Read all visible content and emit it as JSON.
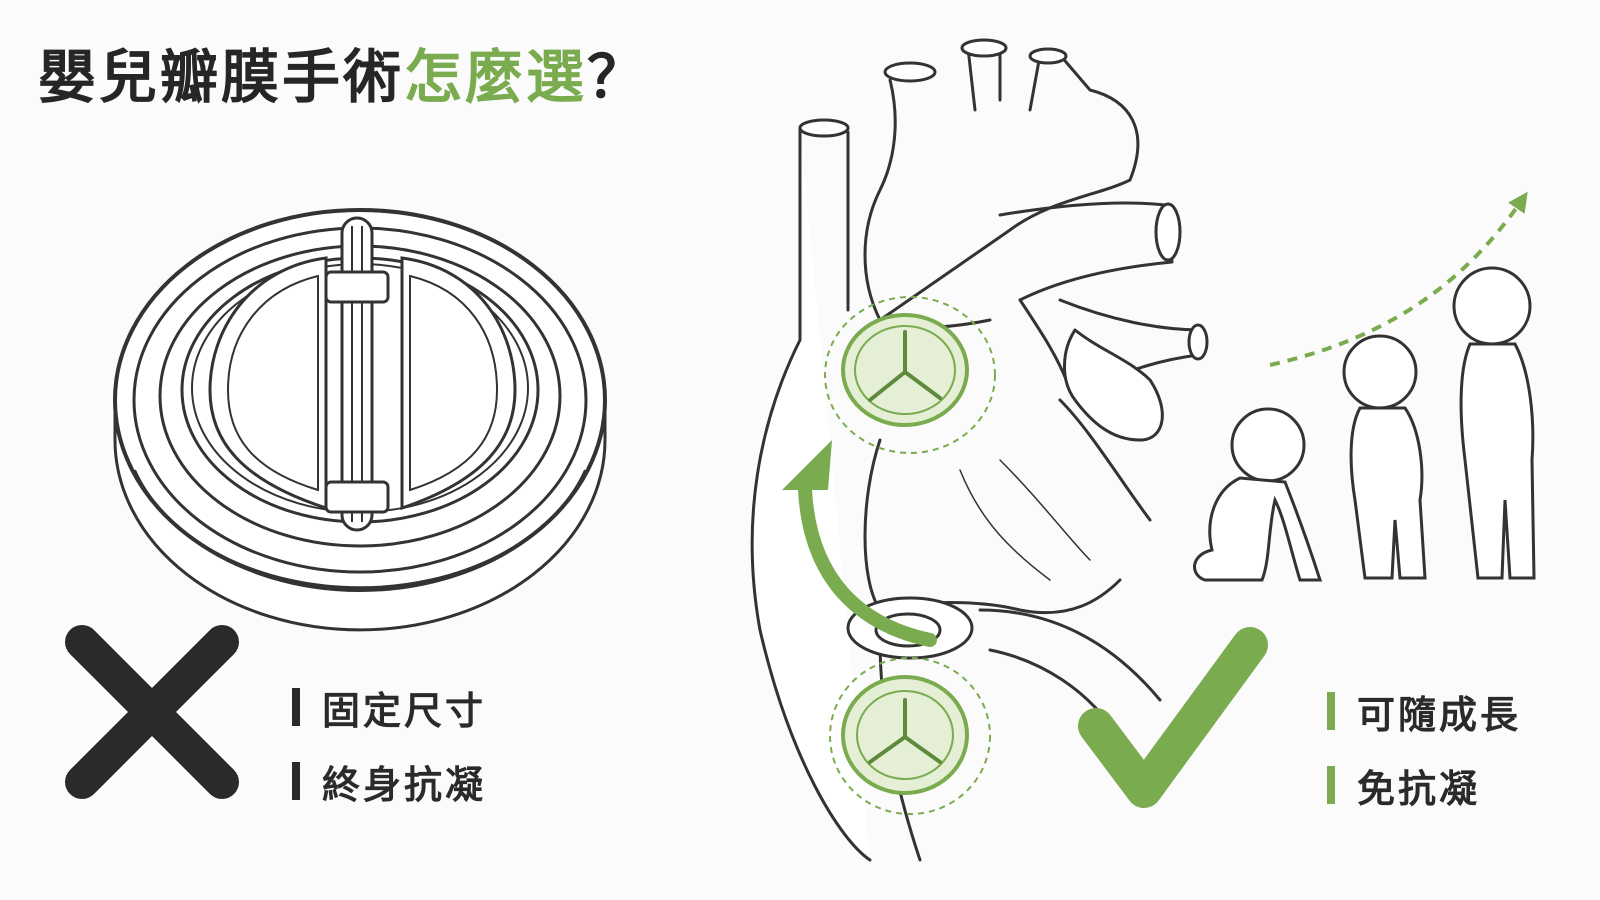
{
  "title": {
    "main": "嬰兒瓣膜手術",
    "accent": "怎麼選",
    "mark": "？"
  },
  "colors": {
    "accent": "#7aab4f",
    "dark": "#2a2a2a",
    "line": "#333333",
    "valve_fill": "#e4efd6"
  },
  "mechanical_valve": {
    "icon": "cross-icon",
    "points": [
      "固定尺寸",
      "終身抗凝"
    ]
  },
  "growing_valve": {
    "icon": "check-icon",
    "points": [
      "可隨成長",
      "免抗凝"
    ]
  }
}
